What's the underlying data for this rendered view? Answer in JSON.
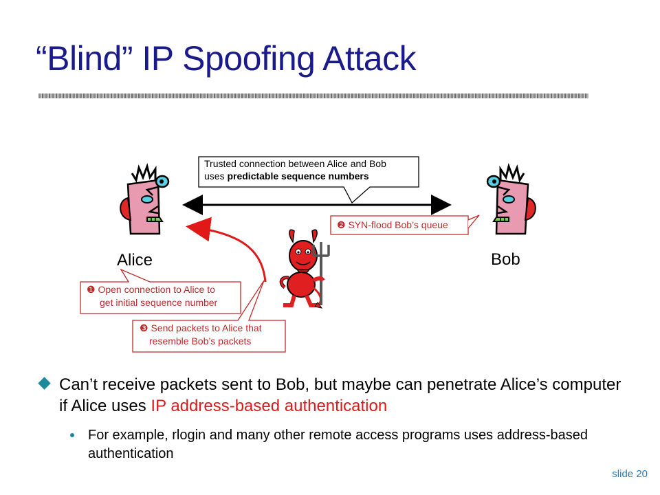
{
  "slide": {
    "title": "“Blind” IP Spoofing Attack",
    "slide_number": "slide 20"
  },
  "diagram": {
    "alice_label": "Alice",
    "bob_label": "Bob",
    "trusted_box": {
      "line1": "Trusted connection between Alice and Bob",
      "line2_prefix": "uses ",
      "line2_bold": "predictable sequence numbers"
    },
    "step1": {
      "marker": "❶",
      "line1": "Open connection to Alice to",
      "line2": "get initial sequence number"
    },
    "step2": {
      "marker": "❷",
      "text": "SYN-flood Bob’s queue"
    },
    "step3": {
      "marker": "❸",
      "line1": "Send packets to Alice that",
      "line2": "resemble Bob’s packets"
    },
    "colors": {
      "callout_border": "#c0282a",
      "callout_text": "#c0282a",
      "red_arrow": "#e01818",
      "face_pink": "#e89ab0",
      "face_eye": "#5ad0e0",
      "face_ear": "#e02828",
      "devil_red": "#e02020"
    }
  },
  "bullets": [
    {
      "text_before": "Can’t receive packets sent to Bob, but maybe can penetrate Alice’s computer if Alice uses ",
      "text_red": "IP address-based authentication",
      "sub": [
        "For example, rlogin and many other remote access programs uses address-based authentication"
      ]
    }
  ]
}
